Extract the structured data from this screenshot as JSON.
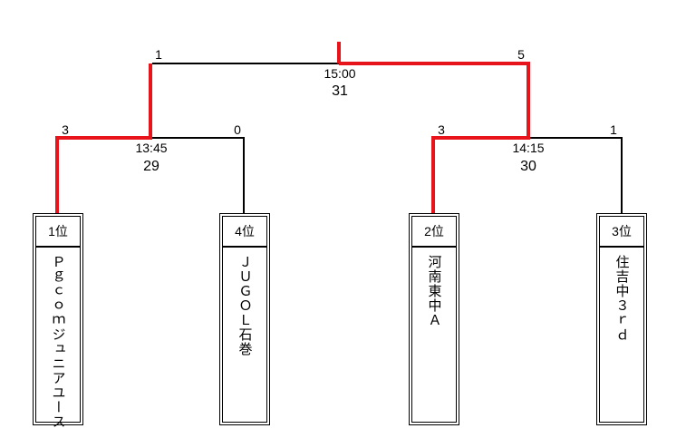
{
  "final": {
    "time": "15:00",
    "game_no": "31",
    "left_score": "1",
    "right_score": "5"
  },
  "semis": [
    {
      "time": "13:45",
      "game_no": "29",
      "left_score": "3",
      "right_score": "0"
    },
    {
      "time": "14:15",
      "game_no": "30",
      "left_score": "3",
      "right_score": "1"
    }
  ],
  "teams": [
    {
      "rank": "1位",
      "name": "Ｐｇｃｏｍジュニアユース"
    },
    {
      "rank": "4位",
      "name": "ＪＵＧＯＬ石巻"
    },
    {
      "rank": "2位",
      "name": "河南東中Ａ"
    },
    {
      "rank": "3位",
      "name": "住吉中３ｒｄ"
    }
  ],
  "colors": {
    "winner_line": "#e8141b",
    "loser_line": "#000000"
  }
}
